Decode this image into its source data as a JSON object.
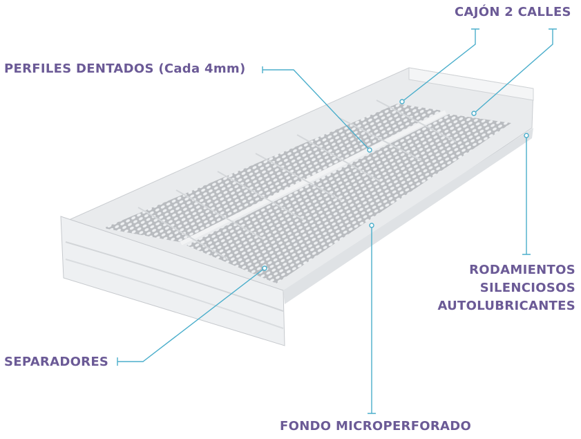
{
  "labels": {
    "perfiles": "PERFILES DENTADOS (Cada 4mm)",
    "cajon": "CAJÓN 2 CALLES",
    "rodamientos": [
      "RODAMIENTOS",
      "SILENCIOSOS",
      "AUTOLUBRICANTES"
    ],
    "separadores": "SEPARADORES",
    "fondo": "FONDO MICROPERFORADO"
  },
  "colors": {
    "label": "#6b5a96",
    "leader": "#4aaecb"
  }
}
